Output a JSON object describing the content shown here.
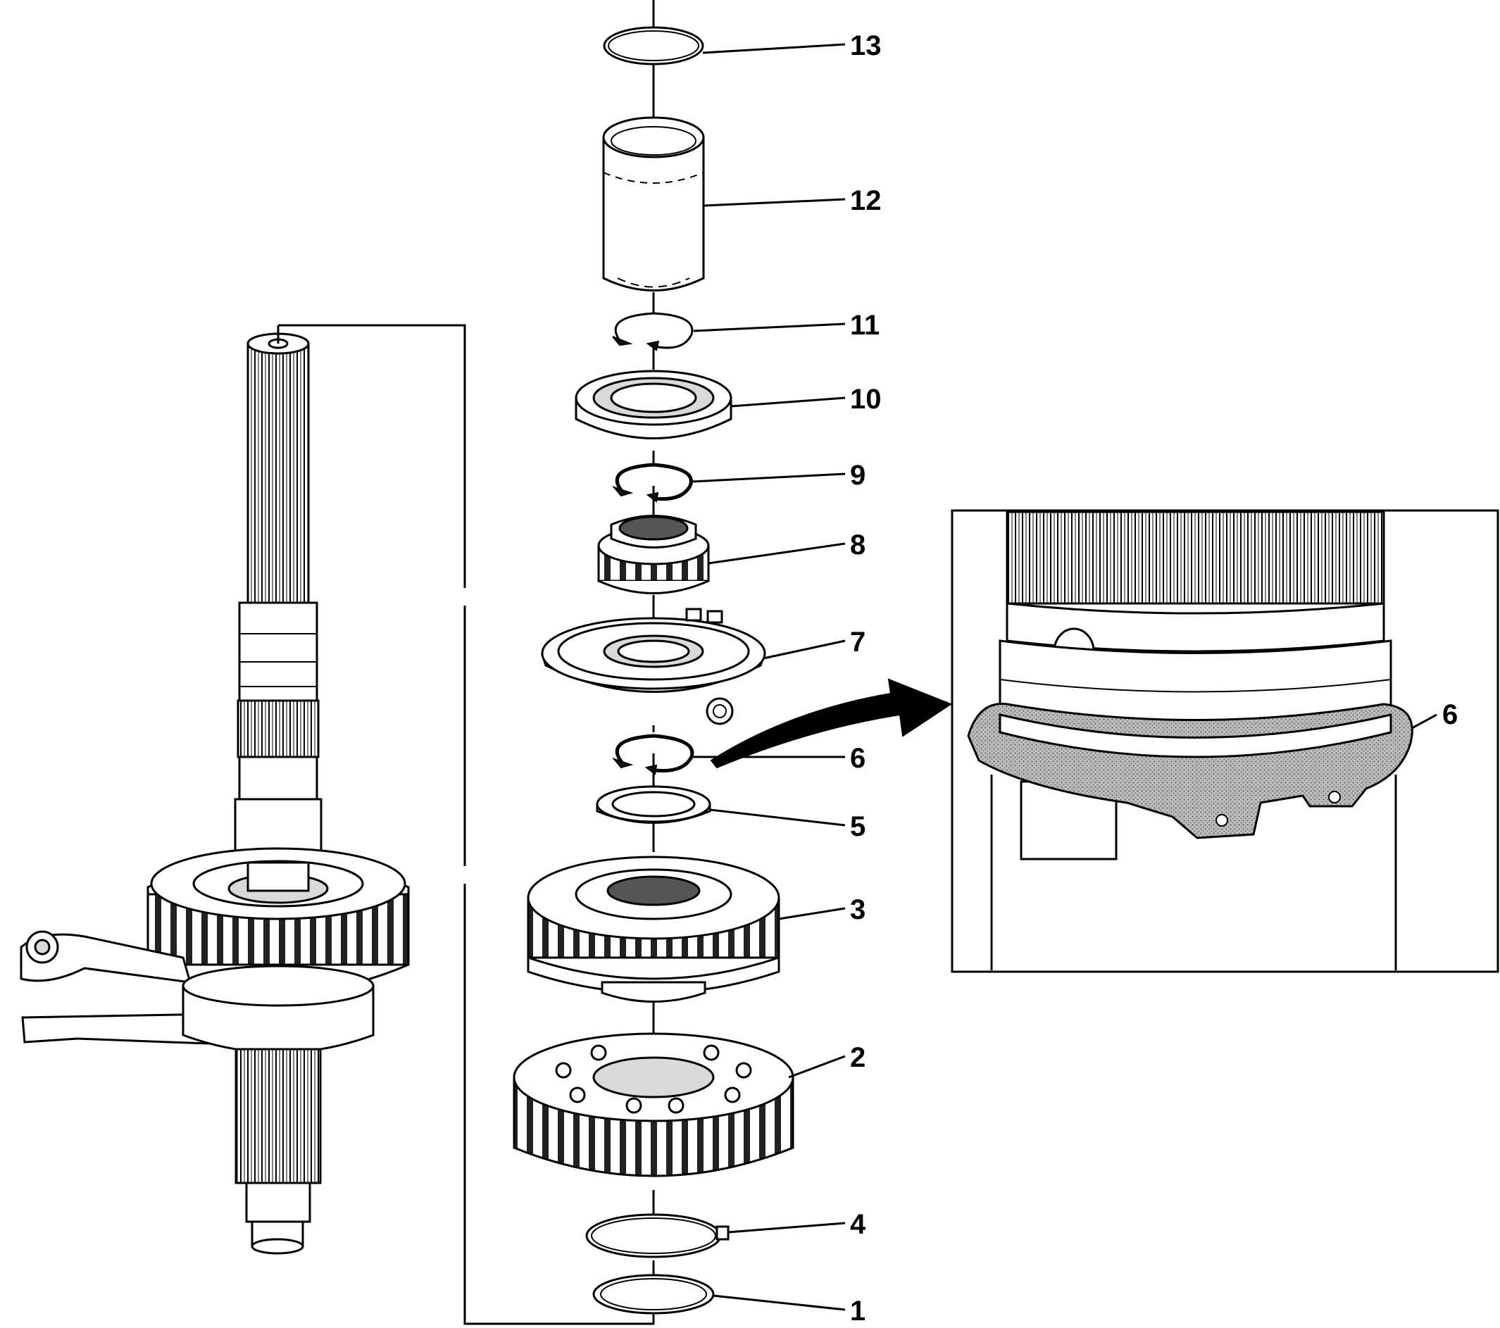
{
  "callouts": {
    "c1": "1",
    "c2": "2",
    "c3": "3",
    "c4": "4",
    "c5": "5",
    "c6": "6",
    "c7": "7",
    "c8": "8",
    "c9": "9",
    "c10": "10",
    "c11": "11",
    "c12": "12",
    "c13": "13",
    "detail_c6": "6"
  }
}
